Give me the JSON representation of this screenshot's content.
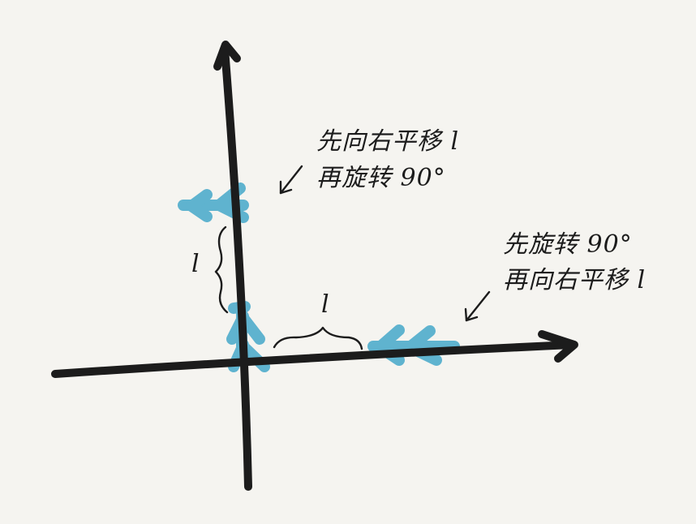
{
  "diagram": {
    "top_note_line1": "先向右平移 l",
    "top_note_line2": "再旋转 90°",
    "right_note_line1": "先旋转 90°",
    "right_note_line2": "再向右平移 l",
    "vertical_length_label": "l",
    "horizontal_length_label": "l"
  },
  "colors": {
    "axis": "#1c1c1c",
    "figure": "#5fb3cf",
    "background": "#f5f4f0"
  }
}
